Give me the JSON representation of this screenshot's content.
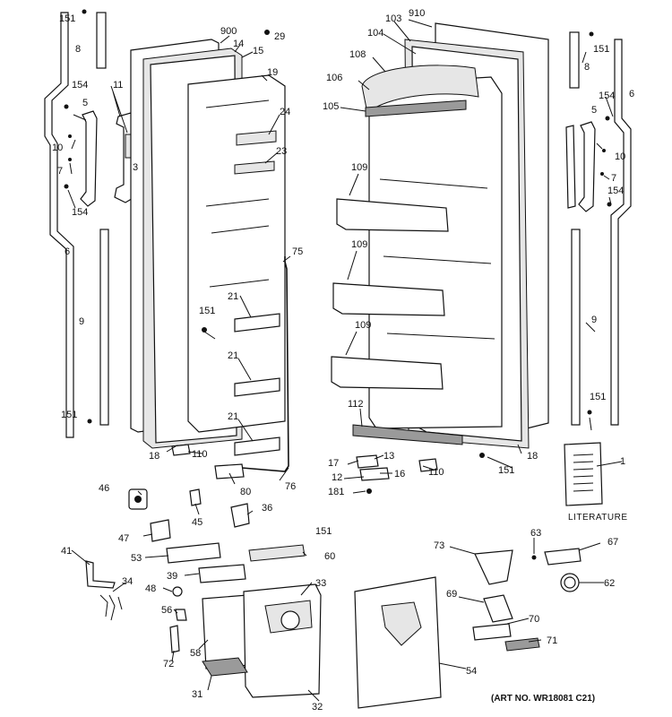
{
  "diagram": {
    "art_number": "(ART NO. WR18081 C21)",
    "literature_label": "LITERATURE",
    "callouts": {
      "c151": "151",
      "c8": "8",
      "c154": "154",
      "c5": "5",
      "c11": "11",
      "c10": "10",
      "c3": "3",
      "c7": "7",
      "c6": "6",
      "c9": "9",
      "c900": "900",
      "c14": "14",
      "c15": "15",
      "c29": "29",
      "c19": "19",
      "c24": "24",
      "c23": "23",
      "c75": "75",
      "c21": "21",
      "c18": "18",
      "c110": "110",
      "c80": "80",
      "c76": "76",
      "c910": "910",
      "c103": "103",
      "c104": "104",
      "c108": "108",
      "c106": "106",
      "c105": "105",
      "c109": "109",
      "c112": "112",
      "c13": "13",
      "c17": "17",
      "c16": "16",
      "c12": "12",
      "c181": "181",
      "c1": "1",
      "c46": "46",
      "c45": "45",
      "c36": "36",
      "c47": "47",
      "c53": "53",
      "c60": "60",
      "c41": "41",
      "c39": "39",
      "c33": "33",
      "c34": "34",
      "c48": "48",
      "c56": "56",
      "c58": "58",
      "c72": "72",
      "c31": "31",
      "c32": "32",
      "c73": "73",
      "c63": "63",
      "c67": "67",
      "c62": "62",
      "c69": "69",
      "c70": "70",
      "c71": "71",
      "c54": "54"
    }
  }
}
